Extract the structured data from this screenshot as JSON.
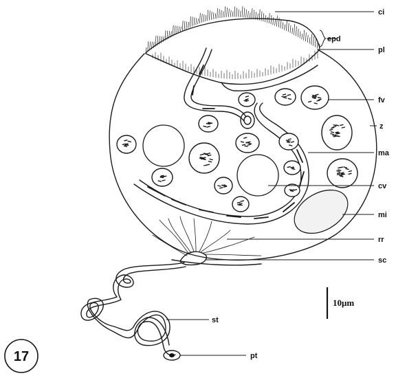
{
  "labels": {
    "ci": "ci",
    "epd": "epd",
    "pl": "pl",
    "fv": "fv",
    "z": "z",
    "ma": "ma",
    "cv": "cv",
    "mi": "mi",
    "rr": "rr",
    "sc": "sc",
    "st": "st",
    "pt": "pt"
  },
  "scale_bar": "10μm",
  "figure_number": "17"
}
